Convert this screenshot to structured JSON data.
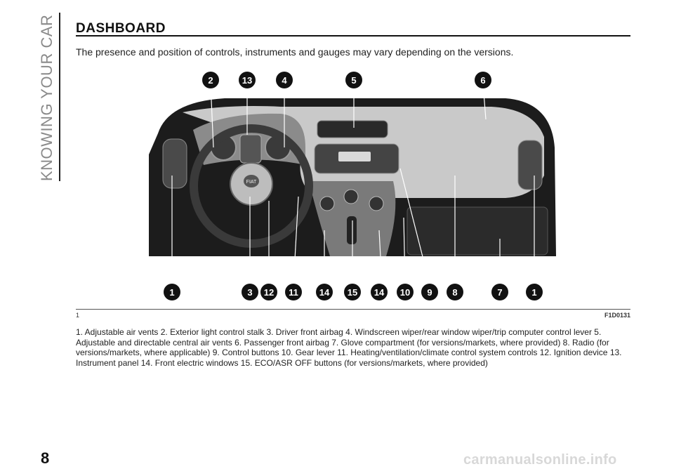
{
  "section": {
    "side_label": "KNOWING YOUR CAR",
    "page_number": "8"
  },
  "header": {
    "title": "DASHBOARD",
    "intro": "The presence and position of controls, instruments and gauges may vary depending on the versions."
  },
  "figure": {
    "number": "1",
    "code": "F1D0131",
    "callouts_top": [
      "2",
      "13",
      "4",
      "5",
      "6"
    ],
    "callouts_bottom": [
      "1",
      "3",
      "12",
      "11",
      "14",
      "15",
      "14",
      "10",
      "9",
      "8",
      "7",
      "1"
    ],
    "steering_logo": "FIAT"
  },
  "caption": {
    "text": "1. Adjustable air vents 2. Exterior light control stalk 3. Driver front airbag 4. Windscreen wiper/rear window wiper/trip computer control lever 5. Adjustable and directable central air vents 6. Passenger front airbag 7. Glove compartment (for versions/markets, where provided) 8. Radio (for versions/markets, where applicable) 9. Control buttons 10. Gear lever 11. Heating/ventilation/climate control system controls 12. Ignition device 13. Instrument panel 14. Front electric windows 15. ECO/ASR OFF buttons (for versions/markets, where provided)"
  },
  "footer": {
    "watermark": "carmanualsonline.info"
  }
}
